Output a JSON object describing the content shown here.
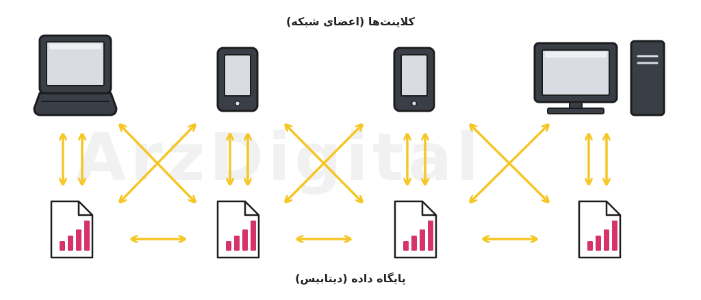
{
  "top_label": "کلاینت‌ها (اعضای شبکه)",
  "bottom_label": "پایگاه داده (دیتابیس)",
  "watermark_text": "ArzDigital",
  "colors": {
    "arrow": "#f5c623",
    "device_frame": "#3a3f47",
    "screen": "#d9dde3",
    "outline": "#1c1c1c",
    "chart_bars": "#d6336c",
    "document": "#ffffff"
  },
  "clients": [
    {
      "id": "laptop",
      "icon": "laptop-icon"
    },
    {
      "id": "phone-1",
      "icon": "smartphone-icon"
    },
    {
      "id": "phone-2",
      "icon": "smartphone-icon"
    },
    {
      "id": "desktop",
      "icon": "desktop-computer-icon"
    }
  ],
  "databases": [
    {
      "icon": "document-chart-icon"
    },
    {
      "icon": "document-chart-icon"
    },
    {
      "icon": "document-chart-icon"
    },
    {
      "icon": "document-chart-icon"
    }
  ]
}
